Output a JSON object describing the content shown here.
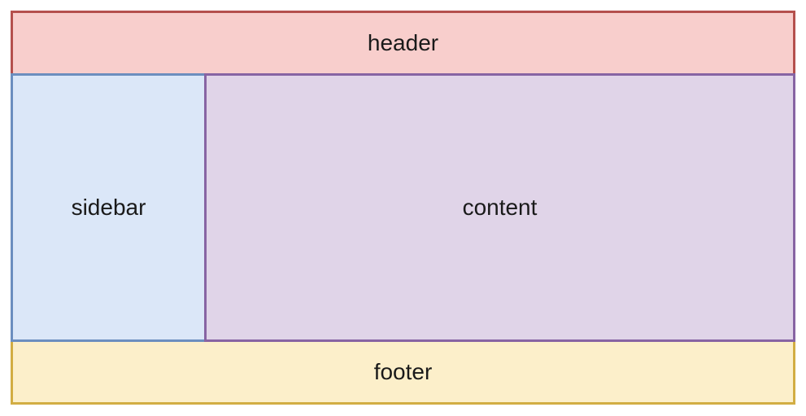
{
  "diagram": {
    "type": "page-layout-wireframe",
    "canvas_background": "#ffffff",
    "text_color": "#1a1a1a",
    "regions": {
      "header": {
        "label": "header",
        "fill": "#f8cecc",
        "border": "#b5504d"
      },
      "sidebar": {
        "label": "sidebar",
        "fill": "#dbe7f8",
        "border": "#6c8ebf"
      },
      "content": {
        "label": "content",
        "fill": "#e0d4e8",
        "border": "#8764a3"
      },
      "footer": {
        "label": "footer",
        "fill": "#fcefca",
        "border": "#d2ad43"
      }
    }
  }
}
